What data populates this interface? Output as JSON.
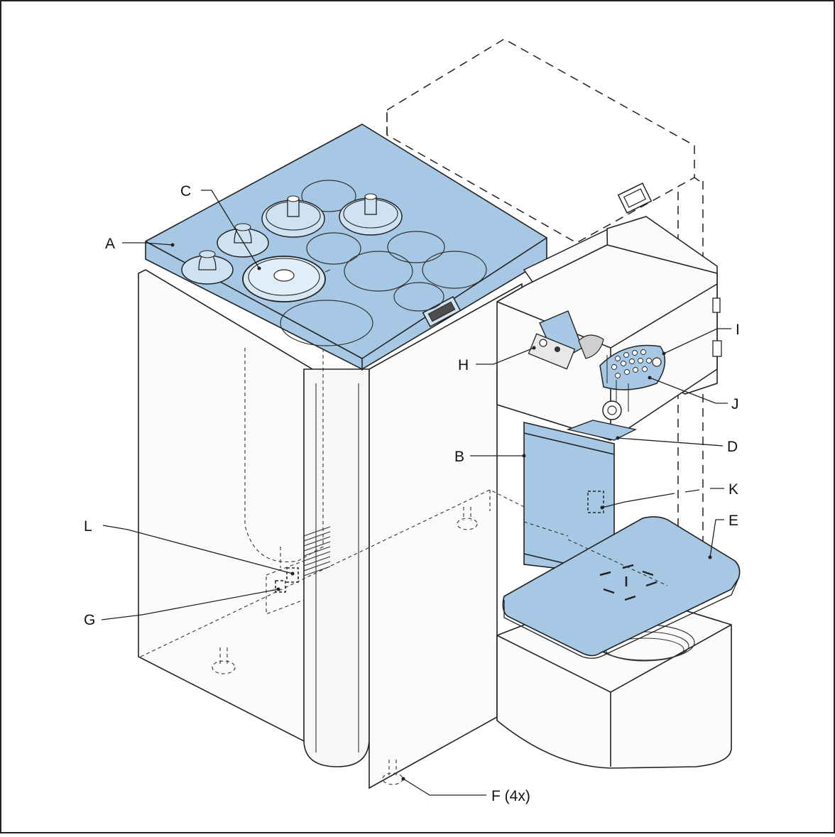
{
  "colors": {
    "highlight": "#a7c8e4",
    "highlight_light": "#d7e8f5",
    "body": "#fbfbfb",
    "outline": "#222222"
  },
  "callouts": [
    {
      "id": "A",
      "label": "A"
    },
    {
      "id": "B",
      "label": "B"
    },
    {
      "id": "C",
      "label": "C"
    },
    {
      "id": "D",
      "label": "D"
    },
    {
      "id": "E",
      "label": "E"
    },
    {
      "id": "F",
      "label": "F (4x)"
    },
    {
      "id": "G",
      "label": "G"
    },
    {
      "id": "H",
      "label": "H"
    },
    {
      "id": "I",
      "label": "I"
    },
    {
      "id": "J",
      "label": "J"
    },
    {
      "id": "K",
      "label": "K"
    },
    {
      "id": "L",
      "label": "L"
    }
  ]
}
